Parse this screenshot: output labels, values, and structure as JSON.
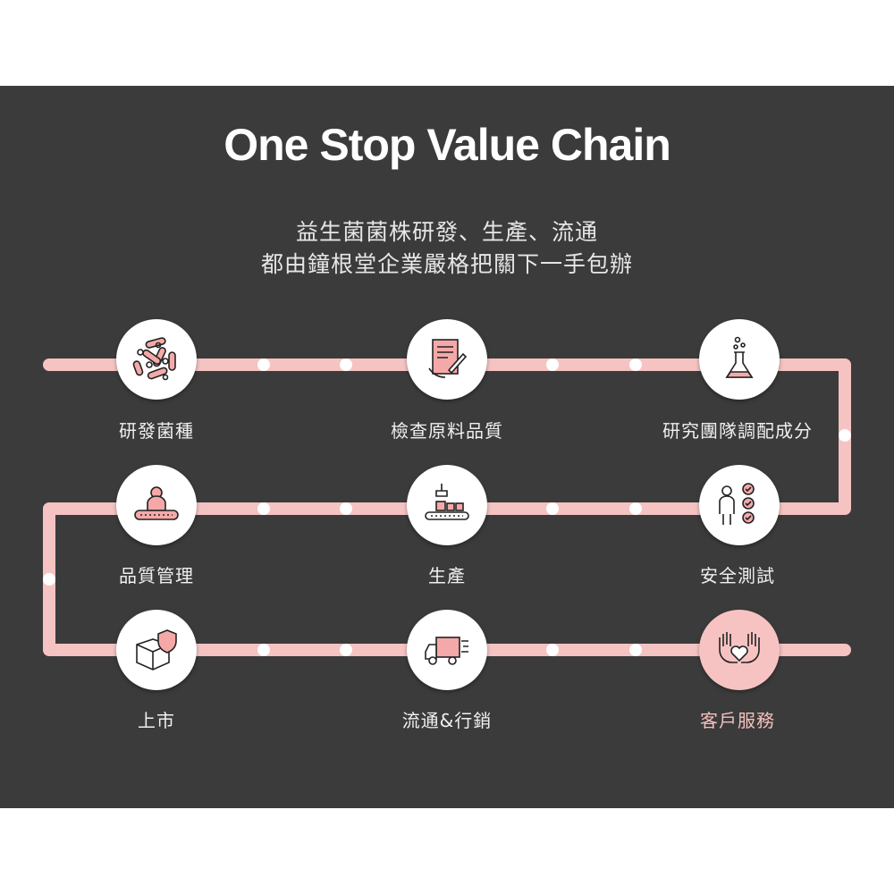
{
  "title": "One Stop Value Chain",
  "subtitle_lines": [
    "益生菌菌株研發、生產、流通",
    "都由鐘根堂企業嚴格把關下一手包辦"
  ],
  "colors": {
    "background": "#3b3b3b",
    "line": "#f4c3c2",
    "active": "#f7c3c2"
  },
  "steps": [
    {
      "label": "研發菌種",
      "icon": "bacteria-icon"
    },
    {
      "label": "檢查原料品質",
      "icon": "document-sign-icon"
    },
    {
      "label": "研究團隊調配成分",
      "icon": "flask-icon"
    },
    {
      "label": "安全測試",
      "icon": "checklist-person-icon"
    },
    {
      "label": "生產",
      "icon": "conveyor-icon"
    },
    {
      "label": "品質管理",
      "icon": "inspector-icon"
    },
    {
      "label": "上市",
      "icon": "box-shield-icon"
    },
    {
      "label": "流通&行銷",
      "icon": "truck-icon"
    },
    {
      "label": "客戶服務",
      "icon": "hands-heart-icon"
    }
  ]
}
